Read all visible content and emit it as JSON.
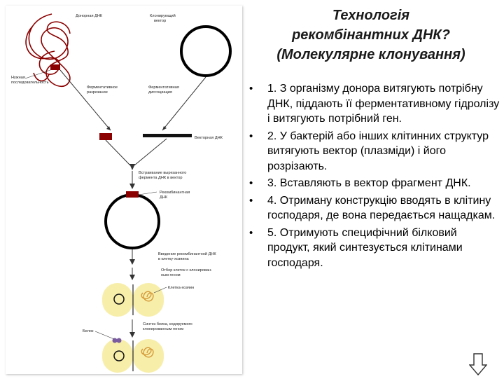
{
  "title": {
    "line1": "Технологія",
    "line2": "рекомбінантних ДНК?",
    "line3": "(Молекулярне клонування)"
  },
  "steps": [
    "1. З організму донора витягують потрібну ДНК, піддають її ферментативному гідролізу і витягують потрібний ген.",
    "2. У бактерій або інших клітинних структур витягують вектор (плазміди) і його розрізають.",
    "3. Вставляють в вектор фрагмент ДНК.",
    "4. Отриману конструкцію вводять в клітину господаря, де вона передається нащадкам.",
    "5. Отримують специфічний білковий продукт, який синтезується клітинами господаря."
  ],
  "diagram": {
    "donor_dna": "Донорная ДНК",
    "cloning_vector_1": "Клонирующий",
    "cloning_vector_2": "вектор",
    "needed_sequence_1": "Нужная",
    "needed_sequence_2": "последовательность",
    "enzymatic_cut_1": "Ферментативное",
    "enzymatic_cut_2": "разрезание",
    "enzymatic_digest_1": "Ферментативная",
    "enzymatic_digest_2": "диссоциация",
    "vector_dna": "Векторная ДНК",
    "insertion_1": "Встраивание вырезанного",
    "insertion_2": "фермента ДНК в вектор",
    "recombinant_dna_1": "Рекомбинантная",
    "recombinant_dna_2": "ДНК",
    "introduction_1": "Введение рекомбинантной ДНК",
    "introduction_2": "в клетку-хозяина",
    "selection_1": "Отбор клеток с клонирован-",
    "selection_2": "ным геном",
    "host_cell": "Клетка-хозяин",
    "synthesis_1": "Синтез белка, кодируемого",
    "synthesis_2": "клонированным геном",
    "protein": "Белок"
  },
  "colors": {
    "dna_red": "#8b0000",
    "cell_yellow": "#f7eeaa",
    "nucleus_orange": "#d69b3a"
  },
  "icons": {
    "next": "down-arrow-icon"
  }
}
